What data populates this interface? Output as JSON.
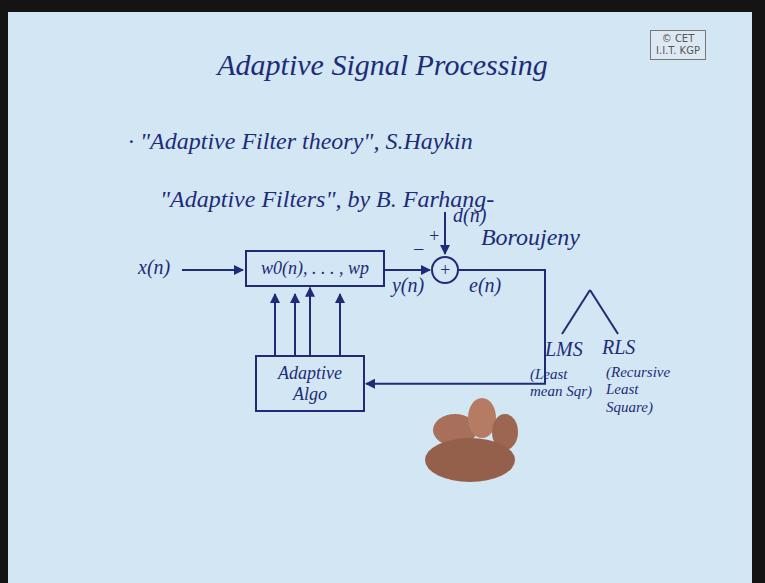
{
  "diagram": {
    "title": "Adaptive Signal Processing",
    "nodes": [
      {
        "text": [
          "w0(n), . . . , wp"
        ]
      },
      {
        "text": [
          "+"
        ]
      },
      {
        "text": [
          "Adaptive Algo"
        ]
      }
    ],
    "edges": [
      {
        "from": 0,
        "to": 1,
        "label": "y(n)",
        "arrow": "to"
      },
      {
        "from": 1,
        "to": 2,
        "label": "e(n)",
        "arrow": "to"
      },
      {
        "from": 2,
        "to": 0,
        "arrow": "to"
      }
    ],
    "labels": [
      "© CET I.I.T. KGP",
      "· \"Adaptive Filter theory\", S.Haykin",
      "\"Adaptive Filters\", by B. Farhang-Boroujeny",
      "x(n)",
      "d(n)",
      "+",
      "−",
      "LMS",
      "(Least mean Sqr)",
      "RLS",
      "(Recursive Least Square)"
    ]
  }
}
